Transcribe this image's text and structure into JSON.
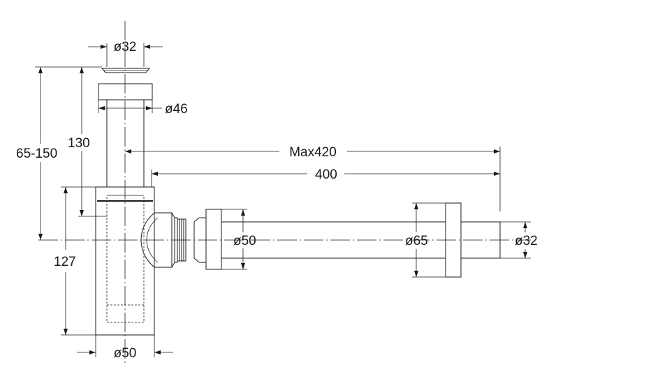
{
  "dimensions": {
    "top_diameter": "ø32",
    "cap_diameter": "ø46",
    "overall_height": "65-150",
    "height_130": "130",
    "max_length": "Max420",
    "length_400": "400",
    "trap_height": "127",
    "bottom_diameter": "ø50",
    "outlet_diameter": "ø50",
    "rosette_diameter": "ø65",
    "pipe_diameter": "ø32"
  }
}
